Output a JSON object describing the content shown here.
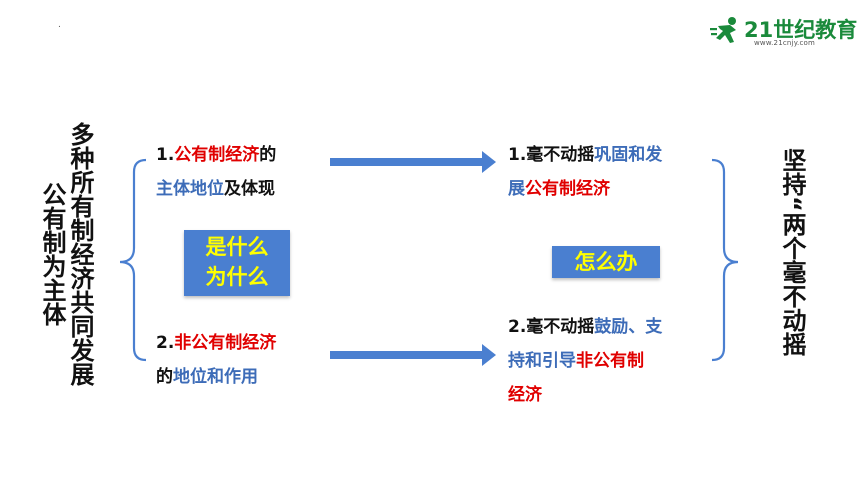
{
  "logo": {
    "text": "21世纪教育",
    "url_text": "www.21cnjy.com",
    "brand_color": "#1a8a3b"
  },
  "left_titles": {
    "col1": "多种所有制经济共同发展",
    "col2": "公有制为主体"
  },
  "right_title": "坚持“两个毫不动摇",
  "left_items": [
    {
      "num": "1.",
      "hl1": "公有制经济",
      "tail1": "的",
      "hl2": "主体地位",
      "tail2": "及体现"
    },
    {
      "num": "2.",
      "hl1": "非公有制经济",
      "pre2": "的",
      "hl2": "地位和作用"
    }
  ],
  "right_items": [
    {
      "num": "1.",
      "pre": "毫不动摇",
      "hl1": "巩固和发",
      "hl1b": "展",
      "hl2": "公有制经济"
    },
    {
      "num": "2.",
      "pre": "毫不动摇",
      "hl1": "鼓励、支",
      "hl1b": "持和引导",
      "hl2": "非公有制",
      "hl2b": "经济"
    }
  ],
  "boxes": {
    "what_line1": "是什么",
    "what_line2": "为什么",
    "how": "怎么办"
  },
  "colors": {
    "highlight_red": "#e00000",
    "highlight_blue": "#3d6cb8",
    "box_fill": "#4a7fd0",
    "box_text": "#ffff00",
    "arrow": "#4a7fd0"
  }
}
